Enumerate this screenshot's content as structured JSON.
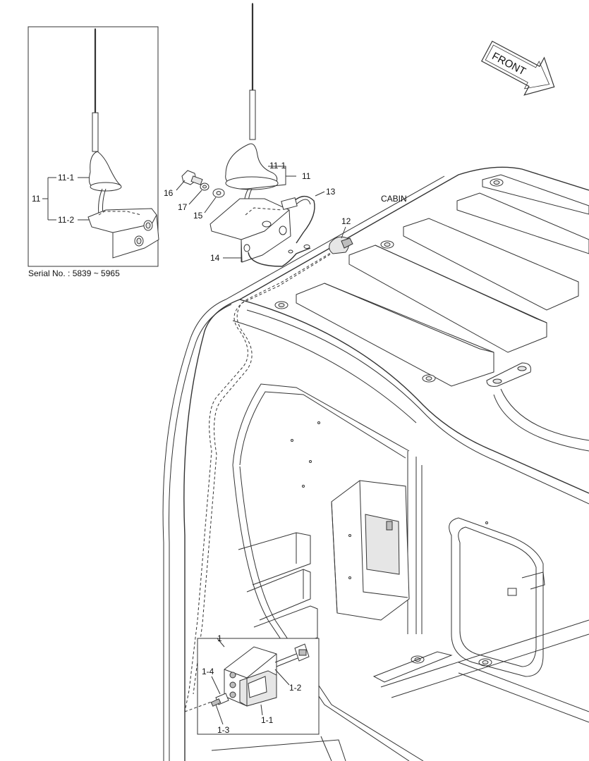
{
  "inset_top": {
    "serial": "Serial No. : 5839 ~ 5965",
    "labels": {
      "p11": "11",
      "p11_1": "11-1",
      "p11_2": "11-2"
    }
  },
  "main_labels": {
    "p11": "11",
    "p11_1": "11-1",
    "p12": "12",
    "p13": "13",
    "p14": "14",
    "p15": "15",
    "p16": "16",
    "p17": "17",
    "cabin": "CABIN"
  },
  "front_arrow": {
    "text": "FRONT"
  },
  "inset_bottom": {
    "labels": {
      "p1": "1",
      "p1_1": "1-1",
      "p1_2": "1-2",
      "p1_3": "1-3",
      "p1_4": "1-4"
    }
  }
}
